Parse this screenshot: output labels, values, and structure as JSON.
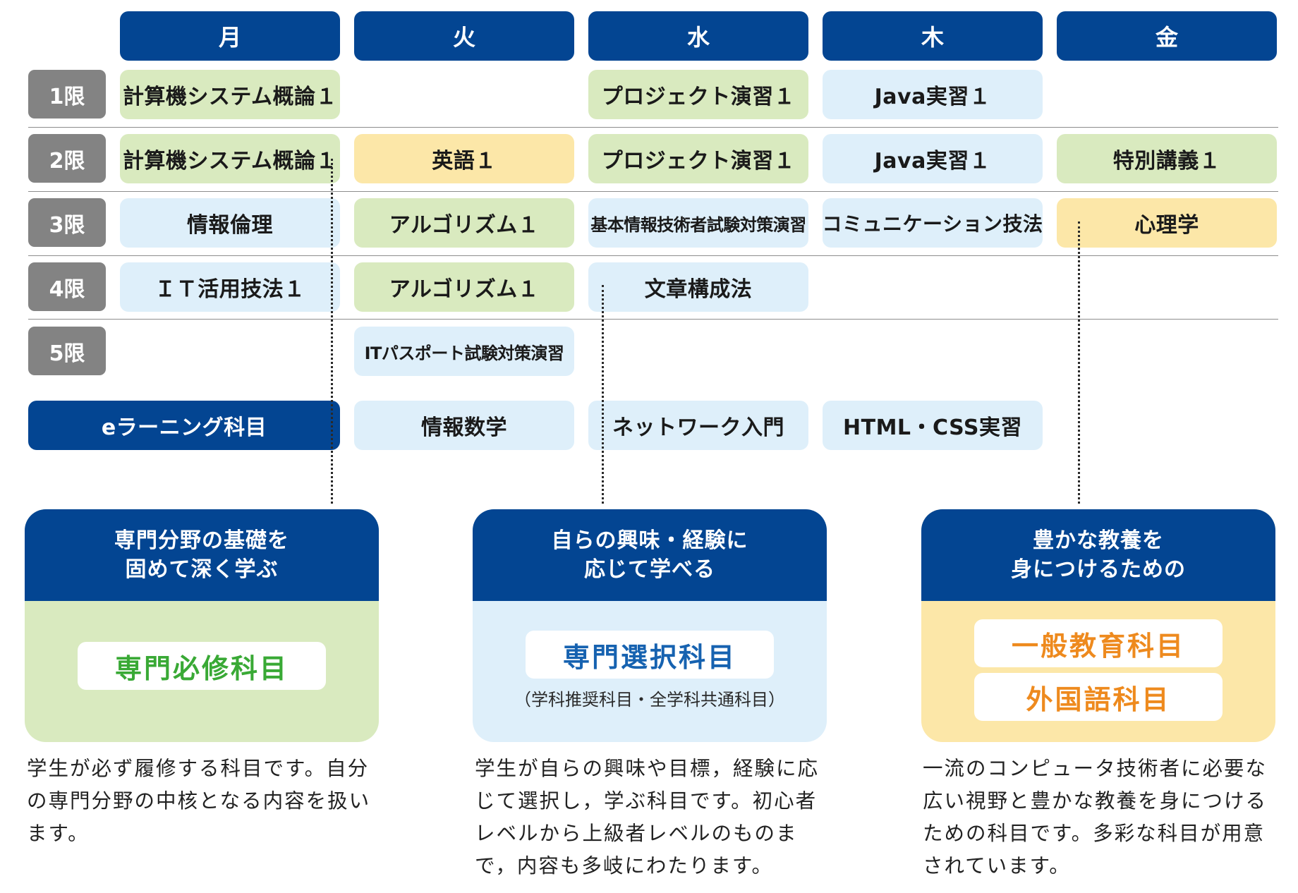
{
  "colors": {
    "navy": "#034592",
    "green_cell": "#d9eabf",
    "blue_cell": "#deeffa",
    "yellow_cell": "#fce7a8",
    "period_gray": "#838383",
    "required_text": "#39a935",
    "elective_text": "#1662b0",
    "general_text": "#ee8a1e"
  },
  "timetable": {
    "days": [
      "月",
      "火",
      "水",
      "木",
      "金"
    ],
    "periods": [
      "1限",
      "2限",
      "3限",
      "4限",
      "5限"
    ],
    "cells": {
      "p1_mon": "計算機システム概論１",
      "p1_wed": "プロジェクト演習１",
      "p1_thu": "Java実習１",
      "p2_mon": "計算機システム概論１",
      "p2_tue": "英語１",
      "p2_wed": "プロジェクト演習１",
      "p2_thu": "Java実習１",
      "p2_fri": "特別講義１",
      "p3_mon": "情報倫理",
      "p3_tue": "アルゴリズム１",
      "p3_wed": "基本情報技術者試験対策演習",
      "p3_thu": "コミュニケーション技法",
      "p3_fri": "心理学",
      "p4_mon": "ＩＴ活用技法１",
      "p4_tue": "アルゴリズム１",
      "p4_wed": "文章構成法",
      "p5_tue": "ITパスポート試験対策演習"
    },
    "elearning": {
      "label": "eラーニング科目",
      "courses": [
        "情報数学",
        "ネットワーク入門",
        "HTML・CSS実習"
      ]
    }
  },
  "categories": [
    {
      "head_line1": "専門分野の基礎を",
      "head_line2": "固めて深く学ぶ",
      "label": "専門必修科目",
      "description": "学生が必ず履修する科目です。自分の専門分野の中核となる内容を扱います。"
    },
    {
      "head_line1": "自らの興味・経験に",
      "head_line2": "応じて学べる",
      "label": "専門選択科目",
      "note": "（学科推奨科目・全学科共通科目）",
      "description": "学生が自らの興味や目標，経験に応じて選択し，学ぶ科目です。初心者レベルから上級者レベルのものまで，内容も多岐にわたります。"
    },
    {
      "head_line1": "豊かな教養を",
      "head_line2": "身につけるための",
      "label1": "一般教育科目",
      "label2": "外国語科目",
      "description": "一流のコンピュータ技術者に必要な広い視野と豊かな教養を身につけるための科目です。多彩な科目が用意されています。"
    }
  ]
}
